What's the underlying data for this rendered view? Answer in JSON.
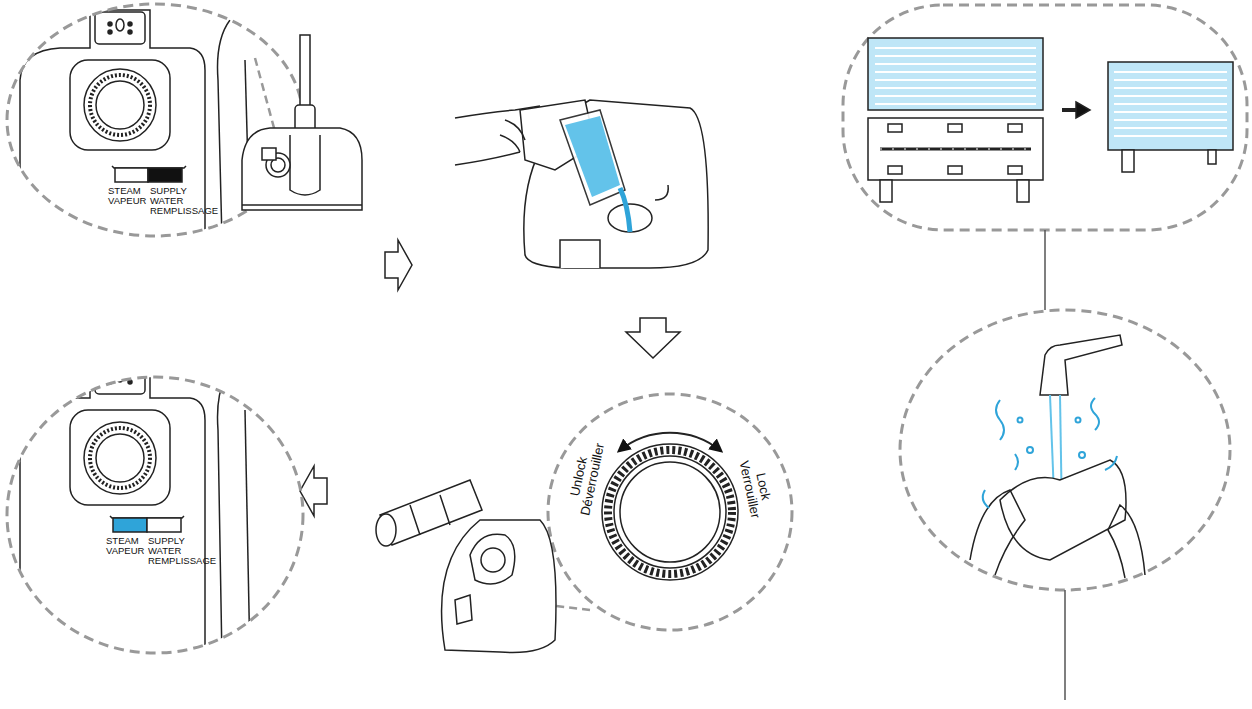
{
  "diagram": {
    "labels": [
      "STEAM VAPEUR",
      "SUPPLY WATER REMPLISSAGE",
      "Unlock Déverrouiller",
      "Lock Verrouiller",
      "STEAM VAPEUR",
      "SUPPLY WATER REMPLISSAGE"
    ]
  }
}
